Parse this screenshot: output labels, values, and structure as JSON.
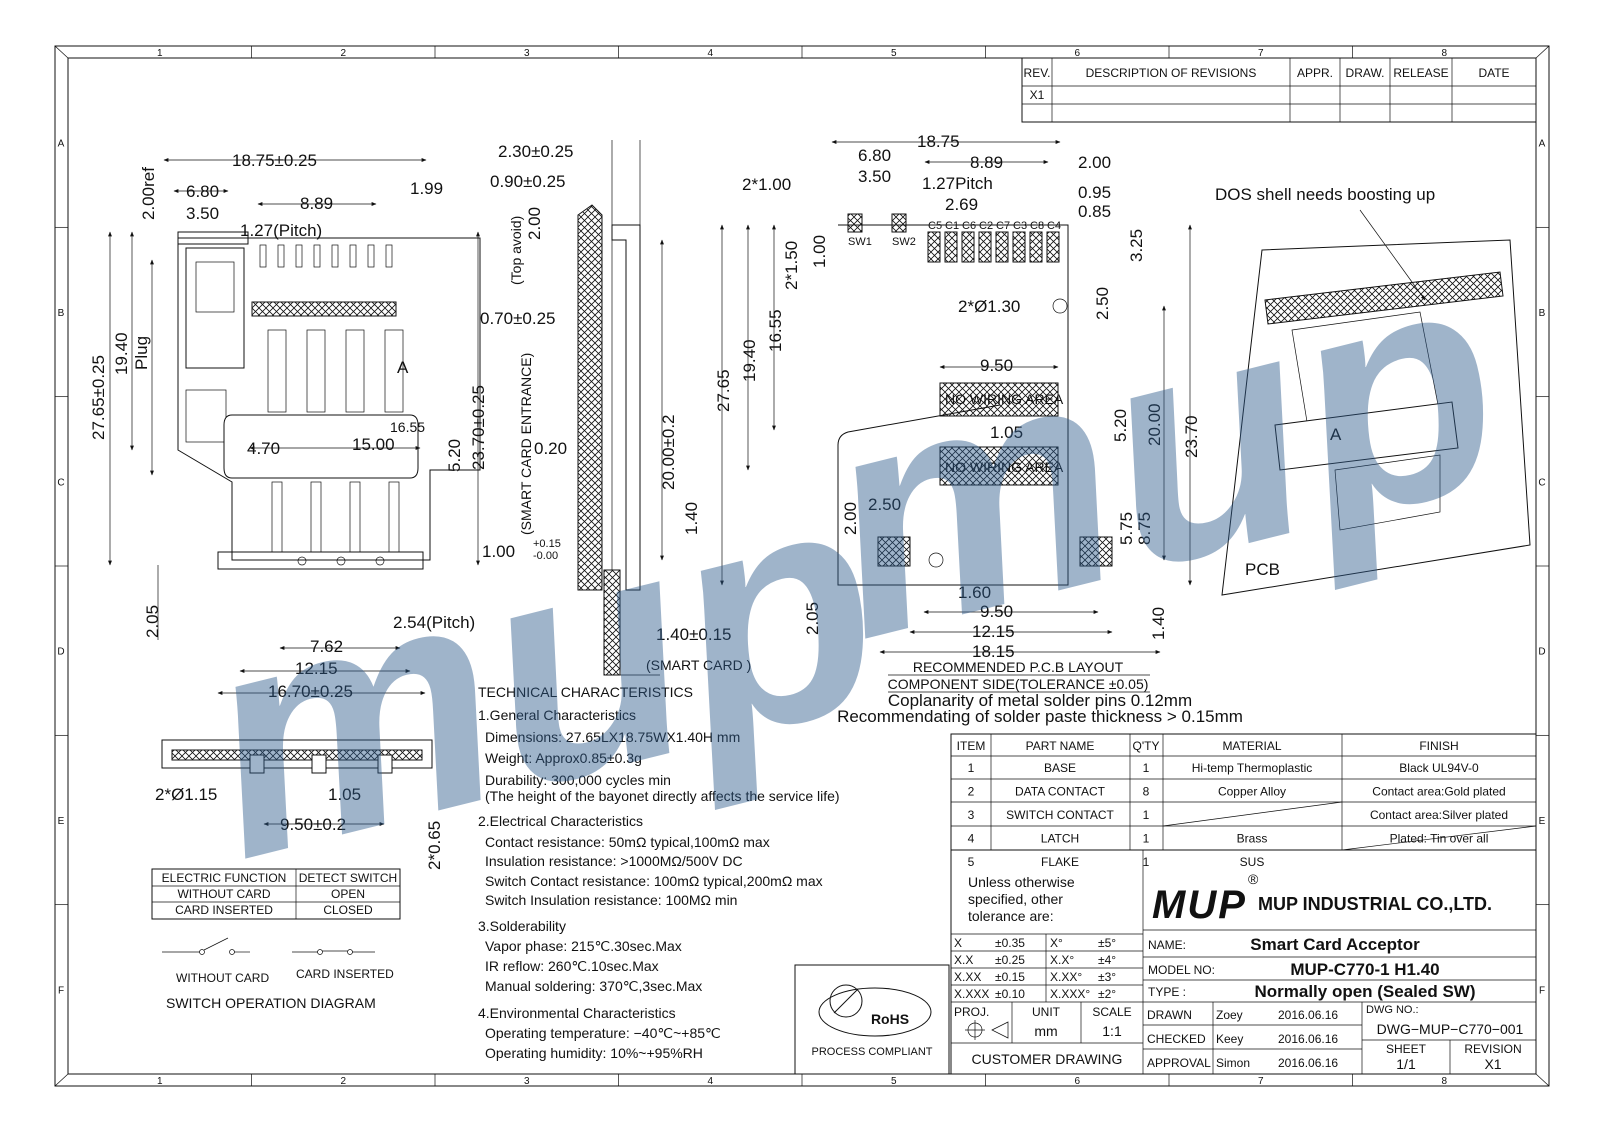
{
  "border": {
    "columns": [
      "1",
      "2",
      "3",
      "4",
      "5",
      "6",
      "7",
      "8"
    ],
    "rows": [
      "A",
      "B",
      "C",
      "D",
      "E",
      "F"
    ]
  },
  "revisions": {
    "headers": [
      "REV.",
      "DESCRIPTION OF REVISIONS",
      "APPR.",
      "DRAW.",
      "RELEASE",
      "DATE"
    ],
    "rows": [
      [
        "X1",
        "",
        "",
        "",
        "",
        ""
      ]
    ]
  },
  "top_view": {
    "dims": [
      "18.75±0.25",
      "6.80",
      "8.89",
      "1.99",
      "3.50",
      "1.27(Pitch)",
      "2.00ref",
      "27.65±0.25",
      "19.40",
      "16.55",
      "4.70",
      "Plug",
      "A",
      "15.00",
      "5.20",
      "23.70±0.25",
      "2.05",
      "2.54(Pitch)",
      "7.62",
      "12.15",
      "16.70±0.25"
    ]
  },
  "side_view": {
    "dims": [
      "2.30±0.25",
      "0.90±0.25",
      "(Top avoid)",
      "2.00",
      "0.70±0.25",
      "(SMART CARD ENTRANCE)",
      "0.20",
      "20.00±0.2",
      "1.00",
      "+0.15",
      "-0.00",
      "1.40",
      "1.40±0.15",
      "(SMART CARD )"
    ]
  },
  "front_view": {
    "dims": [
      "2*Ø1.15",
      "1.05",
      "9.50±0.2",
      "2*0.65"
    ]
  },
  "pcb_layout": {
    "dims": [
      "18.75",
      "6.80",
      "8.89",
      "2.00",
      "2*1.00",
      "3.50",
      "1.27Pitch",
      "0.95",
      "2.69",
      "0.85",
      "SW1",
      "SW2",
      "C5",
      "C1",
      "C6",
      "C2",
      "C7",
      "C3",
      "C8",
      "C4",
      "3.25",
      "2*1.50",
      "1.00",
      "2*Ø1.30",
      "2.50",
      "27.65",
      "19.40",
      "16.55",
      "9.50",
      "NO WIRING AREA",
      "5.20",
      "20.00",
      "23.70",
      "1.05",
      "NO WIRING AREA",
      "2.00",
      "2.50",
      "5.75",
      "8.75",
      "2.05",
      "1.60",
      "9.50",
      "12.15",
      "18.15",
      "1.40"
    ],
    "title": "RECOMMENDED P.C.B LAYOUT",
    "subtitle": "COMPONENT SIDE(TOLERANCE ±0.05)",
    "note1": "Coplanarity of metal solder pins 0.12mm",
    "note2": "Recommendating of  solder paste thickness > 0.15mm"
  },
  "iso_view": {
    "note": "DOS shell needs boosting up",
    "pcb_label": "PCB",
    "a_label": "A"
  },
  "switch_table": {
    "headers": [
      "ELECTRIC FUNCTION",
      "DETECT SWITCH"
    ],
    "rows": [
      [
        "WITHOUT CARD",
        "OPEN"
      ],
      [
        "CARD INSERTED",
        "CLOSED"
      ]
    ],
    "label_without": "WITHOUT CARD",
    "label_inserted": "CARD INSERTED",
    "diagram_title": "SWITCH OPERATION DIAGRAM"
  },
  "tech": {
    "title": "TECHNICAL CHARACTERISTICS",
    "lines": [
      "1.General Characteristics",
      "Dimensions: 27.65LX18.75WX1.40H  mm",
      "Weight: Approx0.85±0.3g",
      "Durability: 300,000  cycles min",
      "(The height of the bayonet directly affects the service life)",
      "2.Electrical Characteristics",
      "Contact resistance: 50mΩ typical,100mΩ max",
      "Insulation resistance: >1000MΩ/500V DC",
      "Switch Contact  resistance: 100mΩ typical,200mΩ max",
      "Switch   Insulation resistance: 100MΩ min",
      "3.Solderability",
      "Vapor phase: 215℃.30sec.Max",
      "IR reflow: 260℃.10sec.Max",
      "Manual soldering: 370℃,3sec.Max",
      "4.Environmental Characteristics",
      "Operating temperature: −40℃~+85℃",
      "Operating humidity: 10%~+95%RH"
    ]
  },
  "bom": {
    "headers": [
      "ITEM",
      "PART NAME",
      "Q'TY",
      "MATERIAL",
      "FINISH"
    ],
    "rows": [
      [
        "1",
        "BASE",
        "1",
        "Hi-temp Thermoplastic",
        "Black UL94V-0"
      ],
      [
        "2",
        "DATA CONTACT",
        "8",
        "Copper Alloy",
        "Contact area:Gold plated"
      ],
      [
        "3",
        "SWITCH CONTACT",
        "1",
        "",
        "Contact area:Silver plated"
      ],
      [
        "4",
        "LATCH",
        "1",
        "Brass",
        "Plated: Tin over all"
      ],
      [
        "5",
        "FLAKE",
        "1",
        "SUS",
        ""
      ]
    ]
  },
  "title_block": {
    "tolerance_note": [
      "Unless otherwise",
      "specified, other",
      "tolerance are:"
    ],
    "tolerances": [
      [
        "X",
        "±0.35",
        "X°",
        "±5°"
      ],
      [
        "X.X",
        "±0.25",
        "X.X°",
        "±4°"
      ],
      [
        "X.XX",
        "±0.15",
        "X.XX°",
        "±3°"
      ],
      [
        "X.XXX",
        "±0.10",
        "X.XXX°",
        "±2°"
      ]
    ],
    "proj_label": "PROJ.",
    "unit_label": "UNIT",
    "unit_value": "mm",
    "scale_label": "SCALE",
    "scale_value": "1:1",
    "customer_drawing": "CUSTOMER   DRAWING",
    "logo": "MUP",
    "registered": "®",
    "company": "MUP INDUSTRIAL CO.,LTD.",
    "name_label": "NAME:",
    "name_value": "Smart Card Acceptor",
    "model_label": "MODEL NO:",
    "model_value": "MUP-C770-1  H1.40",
    "type_label": "TYPE :",
    "type_value": "Normally open (Sealed SW)",
    "sign": [
      [
        "DRAWN",
        "Zoey",
        "2016.06.16"
      ],
      [
        "CHECKED",
        "Keey",
        "2016.06.16"
      ],
      [
        "APPROVAL",
        "Simon",
        "2016.06.16"
      ]
    ],
    "dwg_label": "DWG NO.:",
    "dwg_value": "DWG−MUP−C770−001",
    "sheet_label": "SHEET",
    "sheet_value": "1/1",
    "revision_label": "REVISION",
    "revision_value": "X1"
  },
  "rohs": {
    "logo": "RoHS",
    "caption": "PROCESS COMPLIANT"
  },
  "watermark": {
    "text": "mup"
  }
}
